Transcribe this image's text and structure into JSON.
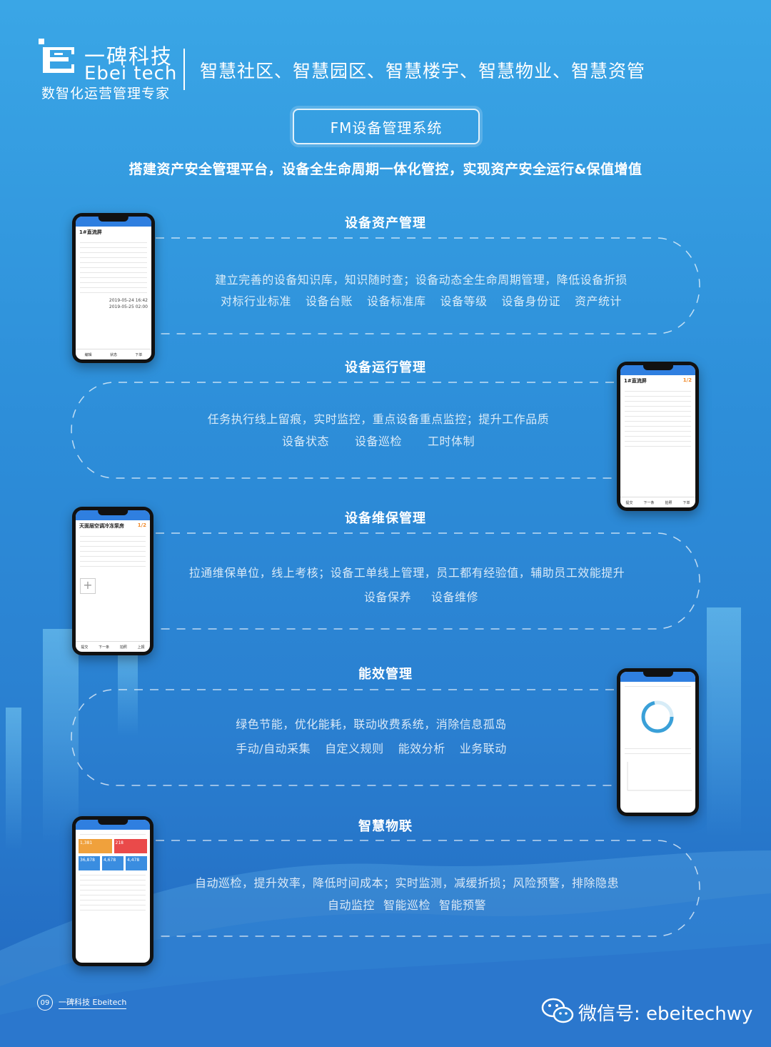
{
  "header": {
    "brand_cn": "一碑科技",
    "brand_en": "Ebei tech",
    "brand_sub": "数智化运营管理专家",
    "tagline": "智慧社区、智慧园区、智慧楼宇、智慧物业、智慧资管"
  },
  "system_title": "FM设备管理系统",
  "slogan": "搭建资产安全管理平台，设备全生命周期一体化管控，实现资产安全运行&保值增值",
  "sections": [
    {
      "title": "设备资产管理",
      "desc": "建立完善的设备知识库，知识随时查；设备动态全生命周期管理，降低设备折损",
      "tags": [
        "对标行业标准",
        "设备台账",
        "设备标准库",
        "设备等级",
        "设备身份证",
        "资产统计"
      ]
    },
    {
      "title": "设备运行管理",
      "desc": "任务执行线上留痕，实时监控，重点设备重点监控；提升工作品质",
      "tags": [
        "设备状态",
        "设备巡检",
        "工时体制"
      ]
    },
    {
      "title": "设备维保管理",
      "desc": "拉通维保单位，线上考核；设备工单线上管理，员工都有经验值，辅助员工效能提升",
      "tags": [
        "设备保养",
        "设备维修"
      ]
    },
    {
      "title": "能效管理",
      "desc": "绿色节能，优化能耗，联动收费系统，消除信息孤岛",
      "tags": [
        "手动/自动采集",
        "自定义规则",
        "能效分析",
        "业务联动"
      ]
    },
    {
      "title": "智慧物联",
      "desc": "自动巡检，提升效率，降低时间成本；实时监测，减缓折损；风险预警，排除隐患",
      "tags": [
        "自动监控",
        "智能巡检",
        "智能预警"
      ]
    }
  ],
  "phones": {
    "p1": {
      "title": "1#直流屏",
      "time1": "2019-05-24 16:42",
      "time2": "2019-05-25 02:00",
      "tabs": [
        "编辑",
        "状态",
        "下单"
      ]
    },
    "p2": {
      "title": "1#直流屏",
      "page": "1/2",
      "tabs": [
        "提交",
        "下一条",
        "拍照",
        "下单"
      ]
    },
    "p3": {
      "title": "天面层空调冷冻泵房",
      "page": "1/2",
      "tabs": [
        "提交",
        "下一条",
        "拍照",
        "上报"
      ]
    },
    "p5": {
      "v1": "1,381",
      "v2": "218",
      "v3": "36,878",
      "v4": "4,678",
      "v5": "4,478"
    }
  },
  "footer": {
    "page_number": "09",
    "brand": "一碑科技  Ebeitech",
    "wechat": "微信号: ebeitechwy"
  },
  "colors": {
    "bg_top": "#3aa6e6",
    "bg_bottom": "#2167bf",
    "accent": "#2f7fe0"
  }
}
